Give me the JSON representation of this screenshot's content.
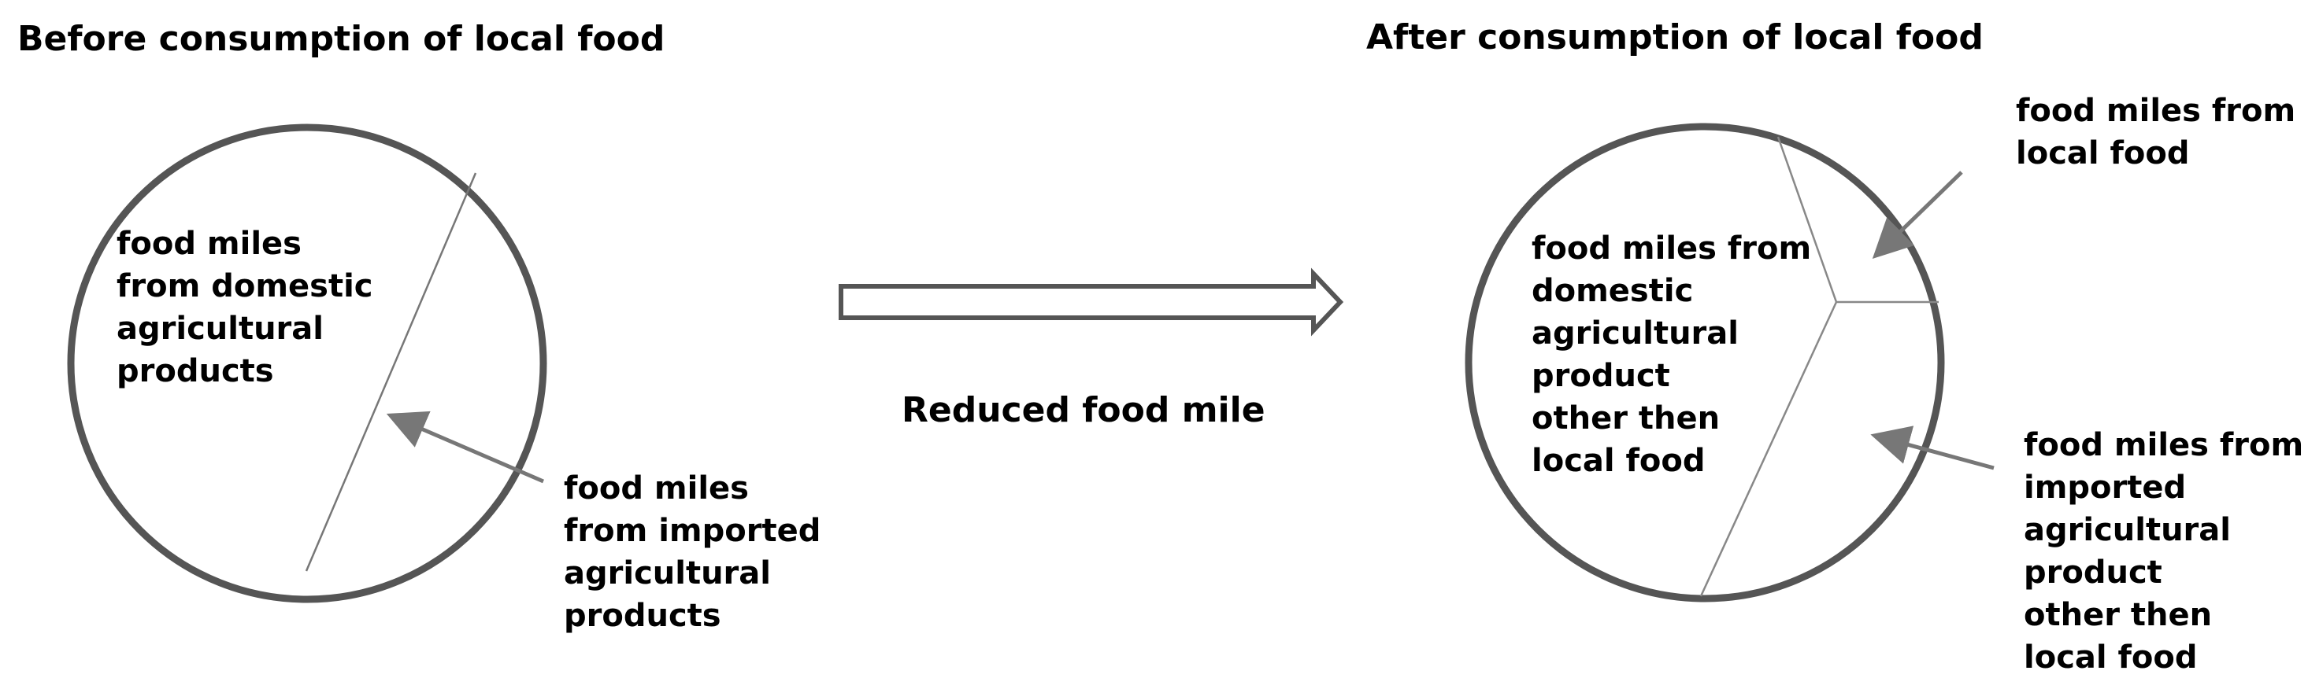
{
  "left_title": "Before consumption of local food",
  "right_title": "After consumption of local food",
  "transition_label": "Reduced food mile",
  "left_labels": {
    "domestic": [
      "food miles",
      "from domestic",
      "agricultural",
      "products"
    ],
    "imported": [
      "food miles",
      "from imported",
      "agricultural",
      "products"
    ]
  },
  "right_labels": {
    "local": [
      "food miles from",
      "local food"
    ],
    "domestic": [
      "food miles from",
      "domestic",
      "agricultural",
      "product",
      "other then",
      "local food"
    ],
    "imported": [
      "food miles from",
      "imported",
      "agricultural",
      "product",
      "other then",
      "local food"
    ]
  },
  "colors": {
    "circle_stroke": "#555555",
    "divider": "#777777",
    "arrow": "#777777"
  }
}
